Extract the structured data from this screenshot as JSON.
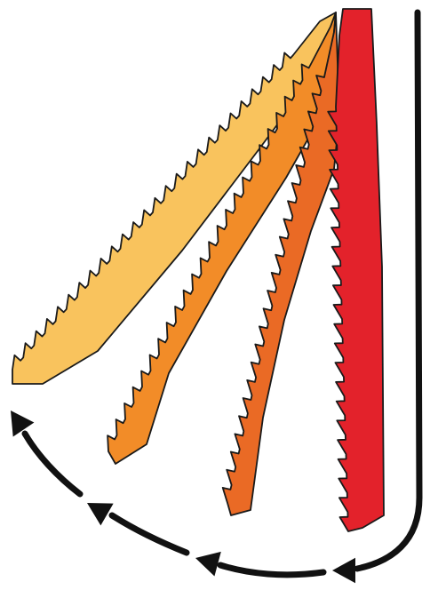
{
  "figure": {
    "background": "#ffffff",
    "outline_color": "#1a1a1a",
    "arrow_color": "#111111",
    "blades": [
      {
        "name": "blade-position-4",
        "color": "#f9c35d"
      },
      {
        "name": "blade-position-3",
        "color": "#f28c28"
      },
      {
        "name": "blade-position-2",
        "color": "#ea6a25"
      },
      {
        "name": "blade-position-1",
        "color": "#e3222b"
      }
    ],
    "arrow_icon": "curved-arrow-icon"
  }
}
